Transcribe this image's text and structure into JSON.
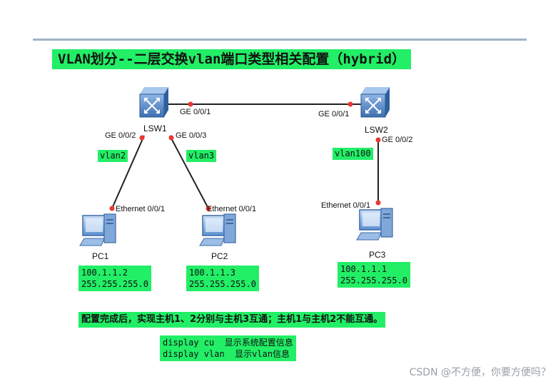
{
  "title": "VLAN划分--二层交换vlan端口类型相关配置（hybrid）",
  "switches": [
    {
      "name": "LSW1"
    },
    {
      "name": "LSW2"
    }
  ],
  "ports": {
    "lsw1_ge001": "GE 0/0/1",
    "lsw2_ge001": "GE 0/0/1",
    "lsw1_ge002": "GE 0/0/2",
    "lsw1_ge003": "GE 0/0/3",
    "lsw2_ge002": "GE 0/0/2",
    "pc1_eth": "Ethernet 0/0/1",
    "pc2_eth": "Ethernet 0/0/1",
    "pc3_eth": "Ethernet 0/0/1"
  },
  "vlans": {
    "vlan2": "vlan2",
    "vlan3": "vlan3",
    "vlan100": "vlan100"
  },
  "pcs": [
    {
      "name": "PC1",
      "ip": "100.1.1.2",
      "mask": "255.255.255.0"
    },
    {
      "name": "PC2",
      "ip": "100.1.1.3",
      "mask": "255.255.255.0"
    },
    {
      "name": "PC3",
      "ip": "100.1.1.1",
      "mask": "255.255.255.0"
    }
  ],
  "note": "配置完成后，实现主机1、2分别与主机3互通；主机1与主机2不能互通。",
  "commands": [
    "display cu  显示系统配置信息",
    "display vlan  显示vlan信息"
  ],
  "watermark": "CSDN @不方便，你要方便吗？",
  "colors": {
    "highlight": "#22ee66",
    "port_dot": "#e8382f",
    "switch_blue": "#3d6fb0",
    "link": "#222222"
  }
}
